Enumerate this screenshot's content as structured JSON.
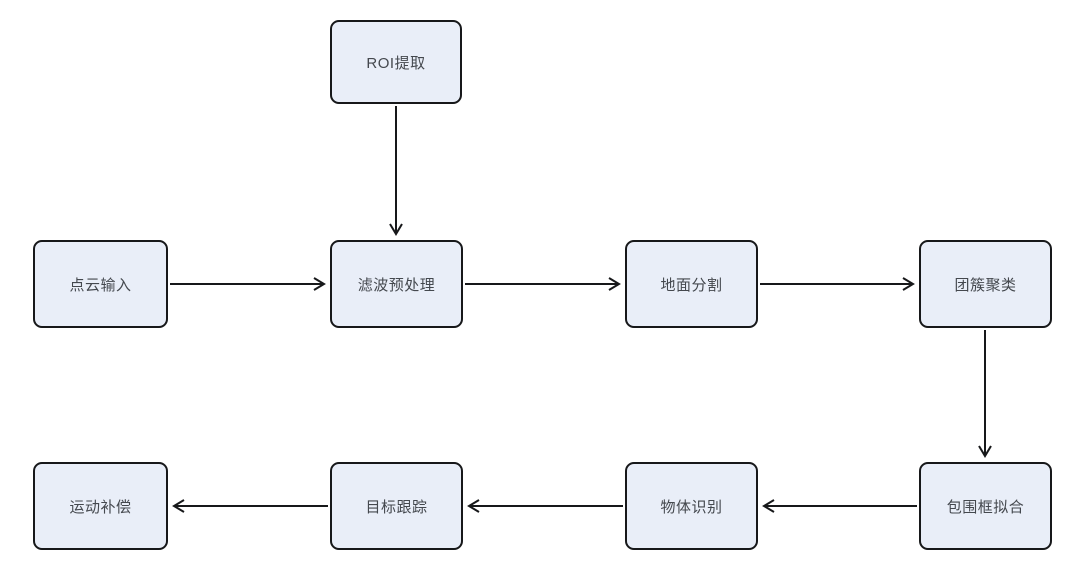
{
  "diagram": {
    "type": "flowchart",
    "nodes": [
      {
        "id": "roi",
        "label": "ROI提取"
      },
      {
        "id": "input",
        "label": "点云输入"
      },
      {
        "id": "filter",
        "label": "滤波预处理"
      },
      {
        "id": "ground",
        "label": "地面分割"
      },
      {
        "id": "cluster",
        "label": "团簇聚类"
      },
      {
        "id": "bbox",
        "label": "包围框拟合"
      },
      {
        "id": "recognition",
        "label": "物体识别"
      },
      {
        "id": "tracking",
        "label": "目标跟踪"
      },
      {
        "id": "motion",
        "label": "运动补偿"
      }
    ],
    "edges": [
      {
        "from": "roi",
        "to": "filter"
      },
      {
        "from": "input",
        "to": "filter"
      },
      {
        "from": "filter",
        "to": "ground"
      },
      {
        "from": "ground",
        "to": "cluster"
      },
      {
        "from": "cluster",
        "to": "bbox"
      },
      {
        "from": "bbox",
        "to": "recognition"
      },
      {
        "from": "recognition",
        "to": "tracking"
      },
      {
        "from": "tracking",
        "to": "motion"
      }
    ],
    "colors": {
      "background": "#ffffff",
      "node_fill": "#e9eef8",
      "node_border": "#17181a",
      "arrow": "#17181a",
      "text": "#44484e"
    }
  }
}
